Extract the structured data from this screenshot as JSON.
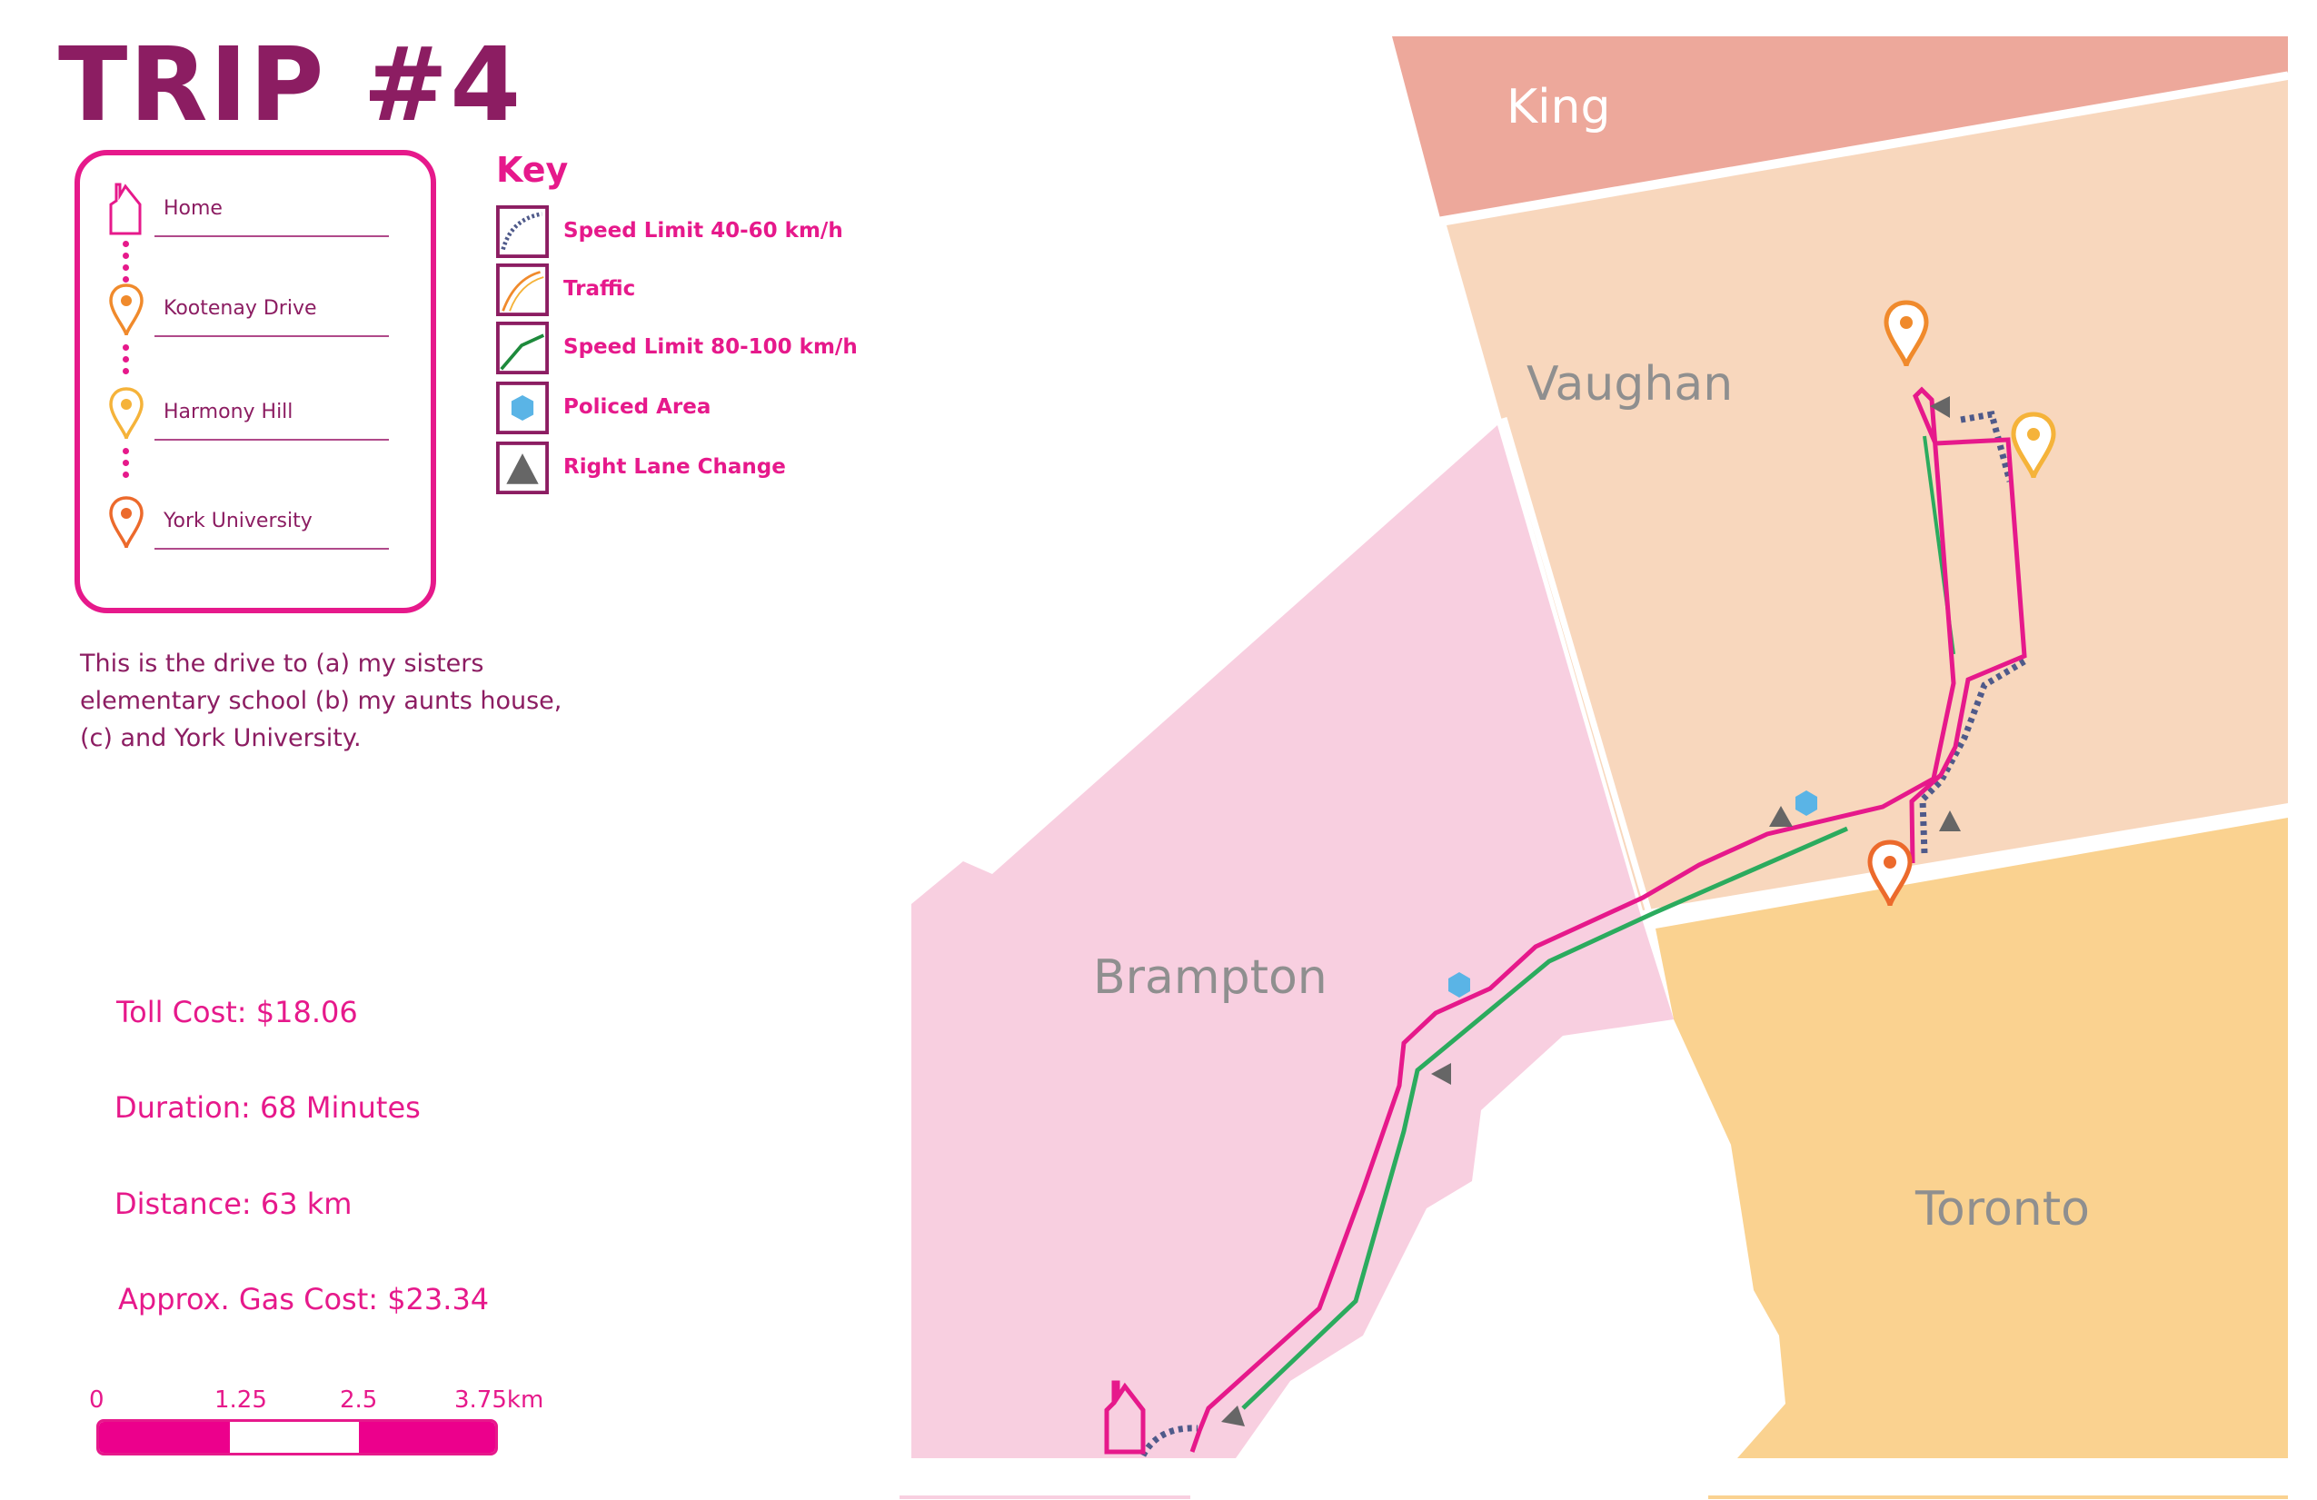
{
  "title": "TRIP #4",
  "stops": [
    {
      "label": "Home",
      "icon": "home-icon",
      "color": "#e6198b"
    },
    {
      "label": "Kootenay Drive",
      "icon": "map-pin-icon",
      "color": "#f08a2c"
    },
    {
      "label": "Harmony Hill",
      "icon": "map-pin-icon",
      "color": "#f5b33a"
    },
    {
      "label": "York University",
      "icon": "map-pin-icon",
      "color": "#ec6a2c"
    }
  ],
  "description": "This is the drive to (a) my sisters elementary school (b) my aunts house, (c) and York University.",
  "key": {
    "title": "Key",
    "items": [
      {
        "label": "Speed Limit 40-60 km/h",
        "icon": "dotted-line-icon",
        "color": "#4f5a8a"
      },
      {
        "label": "Traffic",
        "icon": "traffic-line-icon",
        "color": "#f08a2c"
      },
      {
        "label": "Speed Limit 80-100 km/h",
        "icon": "green-line-icon",
        "color": "#1e8a3c"
      },
      {
        "label": "Policed Area",
        "icon": "police-hexagon-icon",
        "color": "#5ab4e6"
      },
      {
        "label": "Right Lane Change",
        "icon": "triangle-icon",
        "color": "#666666"
      }
    ]
  },
  "stats": {
    "toll": "Toll Cost: $18.06",
    "duration": "Duration: 68 Minutes",
    "distance": "Distance: 63 km",
    "gas": "Approx. Gas Cost: $23.34"
  },
  "scale": {
    "labels": [
      "0",
      "1.25",
      "2.5",
      "3.75km"
    ],
    "segment_colors": [
      "#ec008c",
      "#ffffff",
      "#ec008c"
    ]
  },
  "map": {
    "regions": [
      {
        "name": "King",
        "color": "#eda89b"
      },
      {
        "name": "Vaughan",
        "color": "#f8d7bd"
      },
      {
        "name": "Brampton",
        "color": "#f8cfe0"
      },
      {
        "name": "Toronto",
        "color": "#fad290"
      }
    ],
    "route_color": "#e6198b",
    "region_label_color": "#8f8f8f",
    "king_label_color": "#ffffff"
  }
}
